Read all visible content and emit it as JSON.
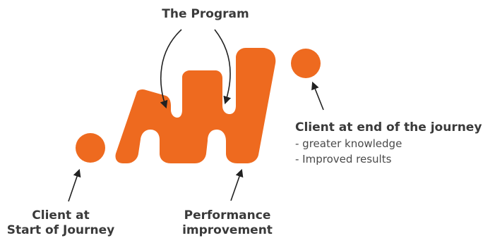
{
  "colors": {
    "accent": "#ee6a1f",
    "text": "#3a3a3a",
    "arrow": "#222222"
  },
  "labels": {
    "program": "The Program",
    "client_start_line1": "Client at",
    "client_start_line2": "Start of Journey",
    "performance_line1": "Performance",
    "performance_line2": "improvement",
    "client_end_title": "Client at end of the journey",
    "client_end_points": [
      "- greater knowledge",
      "- Improved results"
    ]
  }
}
